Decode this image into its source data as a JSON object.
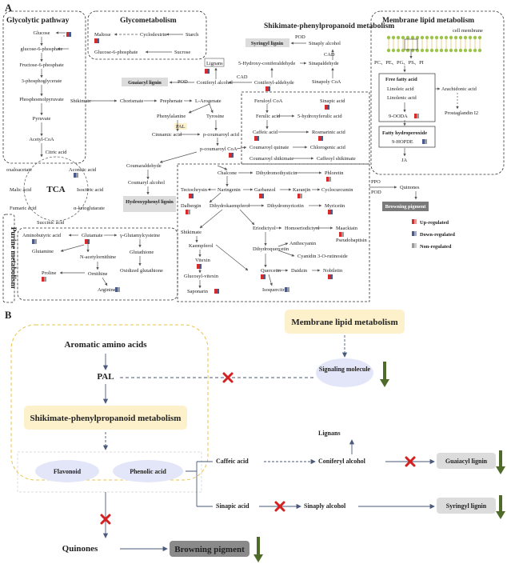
{
  "panel_a": {
    "label": "A",
    "glycolysis": {
      "title": "Glycolytic pathway",
      "items": [
        "Glucose",
        "glucose-6-phosphate",
        "Fructose-6-phosphate",
        "3-phosphoglycerate",
        "Phosphoenolpyruvate",
        "Pyruvate",
        "Acetyl-CoA"
      ]
    },
    "glycometabolism": {
      "title": "Glycometabolism",
      "items": [
        "Maltose",
        "Cyclodextrin",
        "Starch",
        "Glucose-6-phosphate",
        "Sucrose"
      ]
    },
    "shikimate": {
      "title": "Shikimate-phenylpropanoid metabolism",
      "items": [
        "Syringyl lignin",
        "Sinaply alcohol",
        "5-Hydroxy-coniferaldehyde",
        "Sinapaldehyde",
        "Lignans",
        "Sinapoly CoA",
        "Guaiacyl lignin",
        "Coniferyl alcohol",
        "Coniferyl-aldehyde",
        "Shikimate",
        "Chorismate",
        "Prephenate",
        "L-Arogenate",
        "Phenylalanine",
        "Tyrosine",
        "Cinnamic acid",
        "p-coumaroyl acid",
        "p-coumaroyl CoA",
        "Feruloyl CoA",
        "Sinapic acid",
        "Ferulic acid",
        "5-hydroxyferulic acid",
        "Caffeic acid",
        "Rosmarinic acid",
        "Coumaroyl quinate",
        "Chlorogenic acid",
        "Coumaroyl shikimate",
        "Caffeoyl shikimate",
        "Coumaraldehyde",
        "Coumaryl alcohol",
        "Hydroxyphenyl lignin"
      ],
      "enzymes": [
        "POD",
        "CAD",
        "POD",
        "CAD",
        "PAL"
      ]
    },
    "flavonoid": {
      "items": [
        "Chalcone",
        "Dihydromothysticin",
        "Phloretin",
        "Tectochrysin",
        "Naringenin",
        "Garbanzol",
        "Karanjin",
        "Cyclocurcumin",
        "Dalbergin",
        "Dihydrokaempferol",
        "Dihydromyricetin",
        "Myricetin",
        "Eriodictyol",
        "Homoeriodictyol",
        "Maackiain",
        "Pseudobaptisin",
        "Anthocyanin",
        "Dihydroquercetin",
        "Cyanidin 3-O-rutinoside",
        "Kaempferol",
        "Vitexin",
        "Quercetin",
        "Daidzin",
        "Nobiletin",
        "Glucosyl-vitexin",
        "Saponarin",
        "Isoquercitrin"
      ]
    },
    "tca": {
      "title": "TCA",
      "items": [
        "Citric acid",
        "oxaloacetate",
        "Aconitic acid",
        "Malic acid",
        "Isocitric acid",
        "Fumaric acid",
        "α-ketoglutarate",
        "Succinic acid"
      ]
    },
    "purine": {
      "title": "Purine metabolism"
    },
    "amino": {
      "items": [
        "Aminobutyric acid",
        "Glutamate",
        "γ-Glutamylcysteine",
        "Glutamine",
        "N-acetylornithine",
        "Glutathione",
        "Ornithine",
        "Oxidized glutathione",
        "Proline",
        "Arginine"
      ]
    },
    "membrane": {
      "title": "Membrane lipid metabolism",
      "cell_membrane": "cell membrane",
      "lipids": "PC、PE、PG、PS、PI",
      "free_fatty_acid": "Free fatty acid",
      "items": [
        "Linoleic acid",
        "Linolenic acid",
        "Arachidonic acid",
        "Prostaglandin I2",
        "9-OODA"
      ],
      "fatty_hydroperoxide": "Fatty hydroperoxide",
      "hpode": "9-HOPDE",
      "ja": "JA"
    },
    "quinones": "Quinones",
    "ppo": "PPO",
    "pod": "POD",
    "browning": "Browning pigment",
    "legend": [
      {
        "label": "Up-regulated",
        "color": "#d62c2c"
      },
      {
        "label": "Down-regulated",
        "color": "#4a5a8c"
      },
      {
        "label": "Non-regulated",
        "color": "#9a9a9a"
      }
    ]
  },
  "panel_b": {
    "label": "B",
    "aromatic": "Aromatic amino acids",
    "pal": "PAL",
    "shikimate": "Shikimate-phenylpropanoid metabolism",
    "membrane": "Membrane lipid metabolism",
    "signaling": "Signaling molecule",
    "flavonoid": "Flavonoid",
    "phenolic": "Phenolic acid",
    "caffeic": "Caffeic acid",
    "coniferyl": "Coniferyl alcohol",
    "lignans": "Lignans",
    "guaiacyl": "Guaiacyl lignin",
    "sinapic": "Sinapic acid",
    "sinaply": "Sinaply alcohol",
    "syringyl": "Syringyl lignin",
    "quinones": "Quinones",
    "browning": "Browning pigment"
  },
  "colors": {
    "up": "#d62c2c",
    "down": "#4a5a8c",
    "non": "#9a9a9a",
    "yellow_box": "#fdf1cc",
    "lavender": "#e3e6f8",
    "grey_box": "#dcdcdc",
    "dark_box": "#7a7a7a",
    "arrow_green": "#4f6b2a",
    "x_red": "#d32020"
  }
}
